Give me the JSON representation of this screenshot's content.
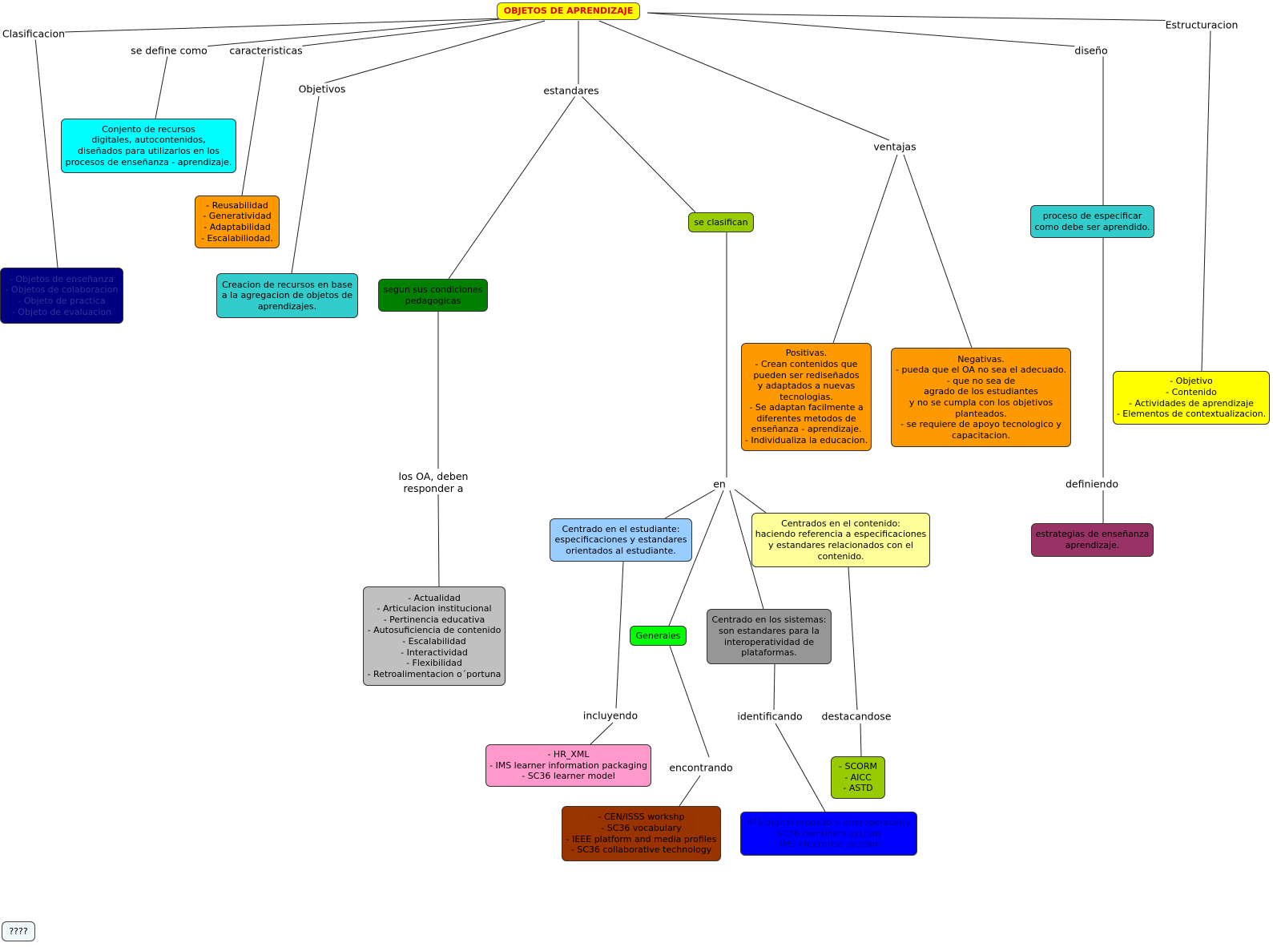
{
  "nodes": {
    "main": {
      "lines": [
        "OBJETOS DE APRENDIZAJE"
      ],
      "bg": "#ffff00",
      "color": "#e60000"
    },
    "defn": {
      "lines": [
        "Conjento de recursos",
        "digitales, autocontenidos,",
        "diseñados para utilizarlos en los",
        "procesos de enseñanza - aprendizaje."
      ],
      "bg": "#00ffff"
    },
    "carac": {
      "lines": [
        "- Reusabilidad",
        "- Generatividad",
        "- Adaptabilidad",
        "- Escalabiliodad."
      ],
      "bg": "#ff9900"
    },
    "clasif": {
      "lines": [
        "- Objetos de enseñanza",
        "- Objetos de colaboracion",
        "- Objeto de practica",
        "- Objeto de evaluacion"
      ],
      "bg": "#000080",
      "color": "#333399"
    },
    "obj": {
      "lines": [
        "Creacion de recursos en base",
        "a la agregacion de objetos de",
        "aprendizajes."
      ],
      "bg": "#33cccc"
    },
    "segun": {
      "lines": [
        "segun sus condiciones",
        "pedagogicas"
      ],
      "bg": "#008000",
      "color": "#000000"
    },
    "seclas": {
      "lines": [
        "se clasifican"
      ],
      "bg": "#99cc00"
    },
    "list": {
      "lines": [
        "- Actualidad",
        "- Articulacion institucional",
        "- Pertinencia educativa",
        "- Autosuficiencia de contenido",
        "- Escalabilidad",
        "- Interactividad",
        "- Flexibilidad",
        "- Retroalimentacion o´portuna"
      ],
      "bg": "#c0c0c0"
    },
    "pos": {
      "lines": [
        "Positivas.",
        "- Crean contenidos que",
        "pueden ser rediseñados",
        "y adaptados a nuevas",
        "tecnologias.",
        "- Se adaptan facilmente a",
        "diferentes metodos de",
        "enseñanza - aprendizaje.",
        "- Individualiza la educacion."
      ],
      "bg": "#ff9900"
    },
    "neg": {
      "lines": [
        "Negativas.",
        "- pueda que el OA no sea el adecuado.",
        "- que no sea de",
        "agrado de los estudiantes",
        "y no se cumpla con los objetivos",
        "planteados.",
        "- se requiere de apoyo tecnologico y",
        "capacitacion."
      ],
      "bg": "#ff9900"
    },
    "proc": {
      "lines": [
        "proceso de especificar",
        "como debe ser aprendido."
      ],
      "bg": "#33cccc"
    },
    "estr": {
      "lines": [
        "- Objetivo",
        "- Contenido",
        "- Actividades de aprendizaje",
        "- Elementos de contextualizacion."
      ],
      "bg": "#ffff00"
    },
    "estrat": {
      "lines": [
        "estrategias de enseñanza",
        "aprendizaje."
      ],
      "bg": "#993366"
    },
    "cest": {
      "lines": [
        "Centrado en el estudiante:",
        "especificaciones y estandares",
        "orientados al estudiante."
      ],
      "bg": "#99ccff"
    },
    "ccont": {
      "lines": [
        "Centrados en el contenido:",
        "haciendo referencia a especificaciones",
        "y estandares relacionados con el",
        "contenido."
      ],
      "bg": "#ffff99"
    },
    "gen": {
      "lines": [
        "Generales"
      ],
      "bg": "#00ff00"
    },
    "csis": {
      "lines": [
        "Centrado en los sistemas:",
        "son estandares para la",
        "interoperatividad de",
        "plataformas."
      ],
      "bg": "#969696"
    },
    "hr": {
      "lines": [
        "- HR_XML",
        "- IMS learner information packaging",
        "- SC36 learner model"
      ],
      "bg": "#ff99cc"
    },
    "cen": {
      "lines": [
        "- CEN/ISSS workshp",
        "- SC36 vocabulary",
        "- IEEE platform and media profiles",
        "- SC36 collaborative technology"
      ],
      "bg": "#993300"
    },
    "ims": {
      "lines": [
        "IMS digital repository interoperability",
        "SC36 identifiers system",
        "IMS enterprise system"
      ],
      "bg": "#0000ff",
      "color": "#000099"
    },
    "scorm": {
      "lines": [
        "- SCORM",
        "- AICC",
        "- ASTD"
      ],
      "bg": "#99cc00"
    },
    "q": {
      "lines": [
        "????"
      ],
      "bg": "#f0f8fc"
    }
  },
  "labels": {
    "clasificacion": [
      "Clasificacion"
    ],
    "sedefine": [
      "se define como"
    ],
    "caracteristicas": [
      "caracteristicas"
    ],
    "objetivos": [
      "Objetivos"
    ],
    "estandares": [
      "estandares"
    ],
    "ventajas": [
      "ventajas"
    ],
    "diseno": [
      "diseño"
    ],
    "estructuracion": [
      "Estructuracion"
    ],
    "losoa": [
      "los OA, deben",
      "responder a"
    ],
    "en": [
      "en"
    ],
    "definiendo": [
      "definiendo"
    ],
    "incluyendo": [
      "incluyendo"
    ],
    "encontrando": [
      "encontrando"
    ],
    "identificando": [
      "identificando"
    ],
    "destacandose": [
      "destacandose"
    ]
  }
}
